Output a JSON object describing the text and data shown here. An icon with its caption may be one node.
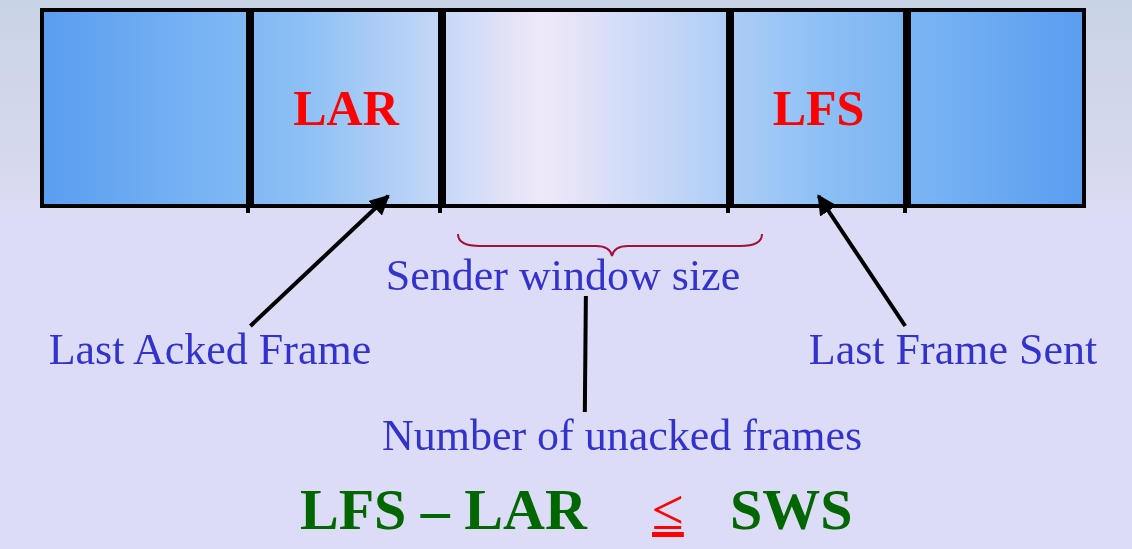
{
  "diagram": {
    "nodes": [
      {
        "text": [],
        "shape": "box"
      },
      {
        "text": [],
        "shape": "box",
        "in": 0
      },
      {
        "text": [
          "LAR"
        ],
        "in": 0
      },
      {
        "text": [],
        "shape": "box",
        "in": 0
      },
      {
        "text": [
          "LFS"
        ],
        "in": 0
      },
      {
        "text": [],
        "shape": "box",
        "in": 0
      },
      {
        "text": [
          "Sender window size"
        ]
      },
      {
        "text": [
          "Last Acked Frame"
        ]
      },
      {
        "text": [
          "Last Frame Sent"
        ]
      },
      {
        "text": [
          "Number of unacked frames"
        ]
      }
    ],
    "edges": [
      {
        "from": 7,
        "to": 2,
        "arrow": "to"
      },
      {
        "from": 8,
        "to": 4,
        "arrow": "to"
      },
      {
        "from": 6,
        "to": 9,
        "arrow": "none"
      }
    ],
    "labels": [
      "LFS – LAR",
      "≤",
      "SWS"
    ]
  }
}
